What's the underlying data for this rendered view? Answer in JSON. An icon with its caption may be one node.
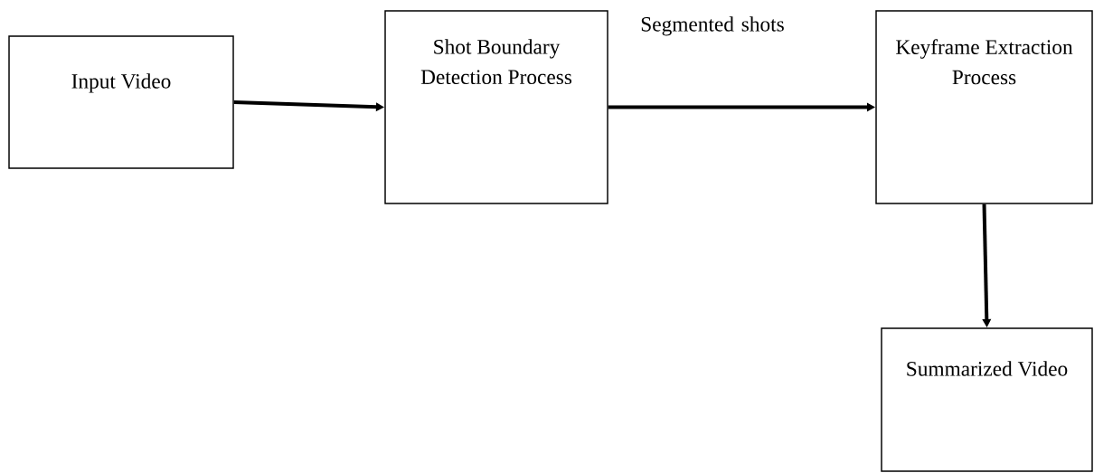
{
  "diagram": {
    "nodes": [
      {
        "text": [
          "Input Video"
        ]
      },
      {
        "text": [
          "Shot Boundary Detection Process"
        ]
      },
      {
        "text": [
          "Keyframe Extraction Process"
        ]
      },
      {
        "text": [
          "Summarized Video"
        ]
      }
    ],
    "edges": [
      {
        "from": 0,
        "to": 1,
        "arrow": "to"
      },
      {
        "from": 1,
        "to": 2,
        "arrow": "to",
        "label": "Segmented shots"
      },
      {
        "from": 2,
        "to": 3,
        "arrow": "to"
      }
    ]
  }
}
